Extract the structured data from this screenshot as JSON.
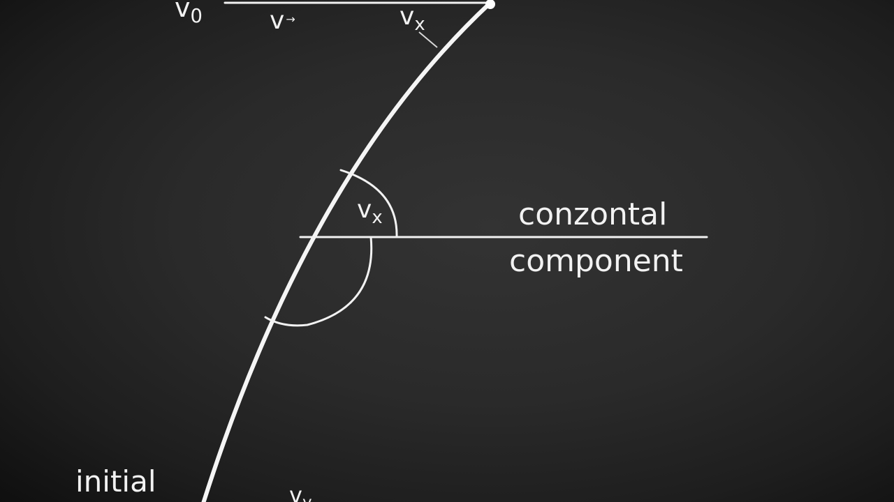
{
  "labels": {
    "v0": {
      "main": "v",
      "sub": "0"
    },
    "v_arrow": {
      "main": "v",
      "mark": "→"
    },
    "vx_top": {
      "main": "v",
      "sub": "x"
    },
    "vx_mid": {
      "main": "v",
      "sub": "x"
    },
    "horizontal_line1": "conzontal",
    "horizontal_line2": "component",
    "initial": "initial",
    "vy_bottom": {
      "main": "v",
      "sub": "y"
    }
  },
  "colors": {
    "chalk": "#f2f2f2",
    "board": "#2a2a2a"
  }
}
